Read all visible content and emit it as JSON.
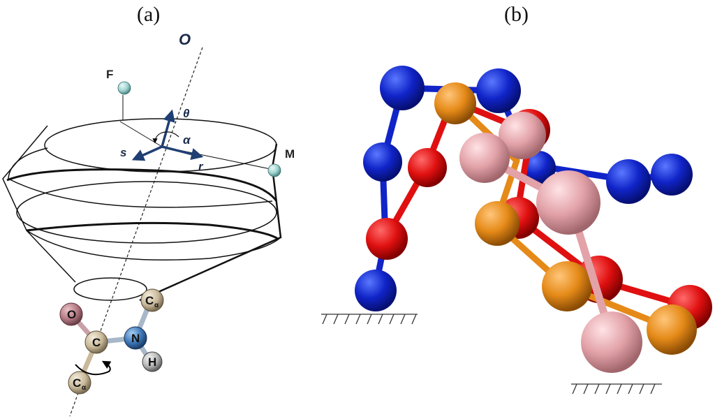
{
  "panel_a": {
    "label": "(a)",
    "axis_label": "O",
    "point_f": "F",
    "point_m": "M",
    "vector_theta": "θ",
    "vector_alpha": "α",
    "vector_s": "s",
    "vector_r": "r",
    "atoms": {
      "oxygen": "O",
      "carbon": "C",
      "nitrogen": "N",
      "hydrogen": "H",
      "calpha_top": "C",
      "calpha_top_sub": "α",
      "calpha_bottom": "C",
      "calpha_bottom_sub": "α"
    },
    "colors": {
      "oxygen": "#b57a84",
      "carbon": "#c9b99a",
      "nitrogen": "#3d77b8",
      "hydrogen": "#b9b9b9",
      "calpha": "#c9b99a",
      "marker": "#9fd2cf",
      "vector": "#1f3f73"
    }
  },
  "panel_b": {
    "label": "(b)",
    "colors": {
      "blue": "#1024c8",
      "red": "#e01010",
      "orange": "#e58a18",
      "pink": "#e2a2a8"
    }
  }
}
